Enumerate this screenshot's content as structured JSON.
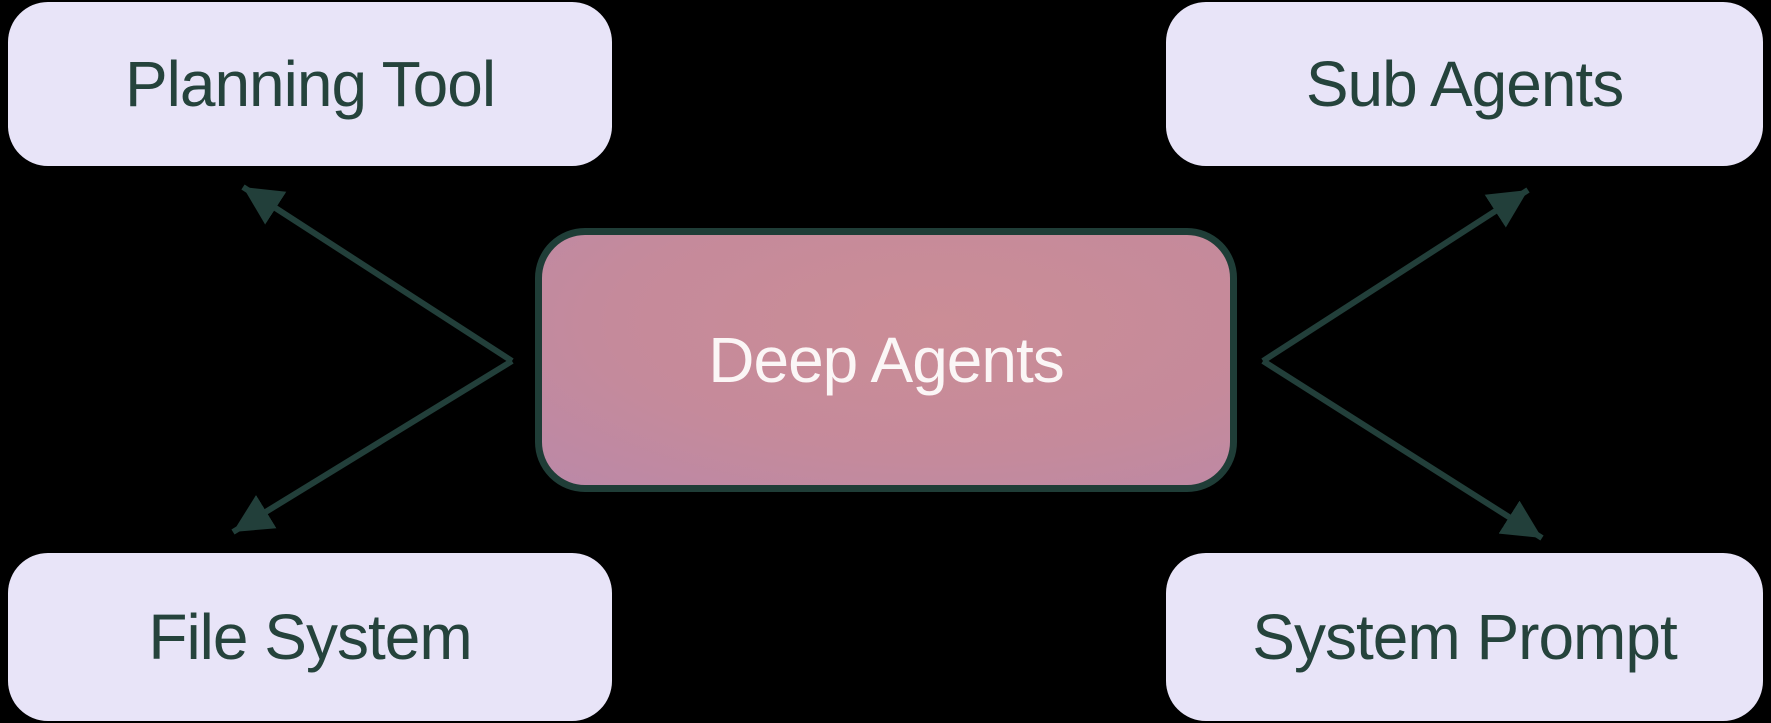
{
  "diagram": {
    "title": "Deep Agents architecture diagram",
    "center_node": {
      "id": "deep-agents",
      "label": "Deep Agents"
    },
    "nodes": [
      {
        "id": "planning-tool",
        "label": "Planning Tool",
        "position": "top-left"
      },
      {
        "id": "sub-agents",
        "label": "Sub Agents",
        "position": "top-right"
      },
      {
        "id": "file-system",
        "label": "File System",
        "position": "bottom-left"
      },
      {
        "id": "system-prompt",
        "label": "System Prompt",
        "position": "bottom-right"
      }
    ],
    "edges": [
      {
        "from": "deep-agents",
        "to": "planning-tool",
        "arrowhead": "end"
      },
      {
        "from": "deep-agents",
        "to": "file-system",
        "arrowhead": "end"
      },
      {
        "from": "deep-agents",
        "to": "sub-agents",
        "arrowhead": "end"
      },
      {
        "from": "deep-agents",
        "to": "system-prompt",
        "arrowhead": "end"
      }
    ],
    "colors": {
      "background": "#000000",
      "leaf_node_fill": "#e8e4f8",
      "leaf_node_text": "#25433c",
      "center_border": "#1f3d37",
      "center_text": "#fbf6f6",
      "center_gradient_inner": "#cb8d96",
      "center_gradient_outer": "#bb8db4",
      "arrow": "#223f3a"
    }
  }
}
